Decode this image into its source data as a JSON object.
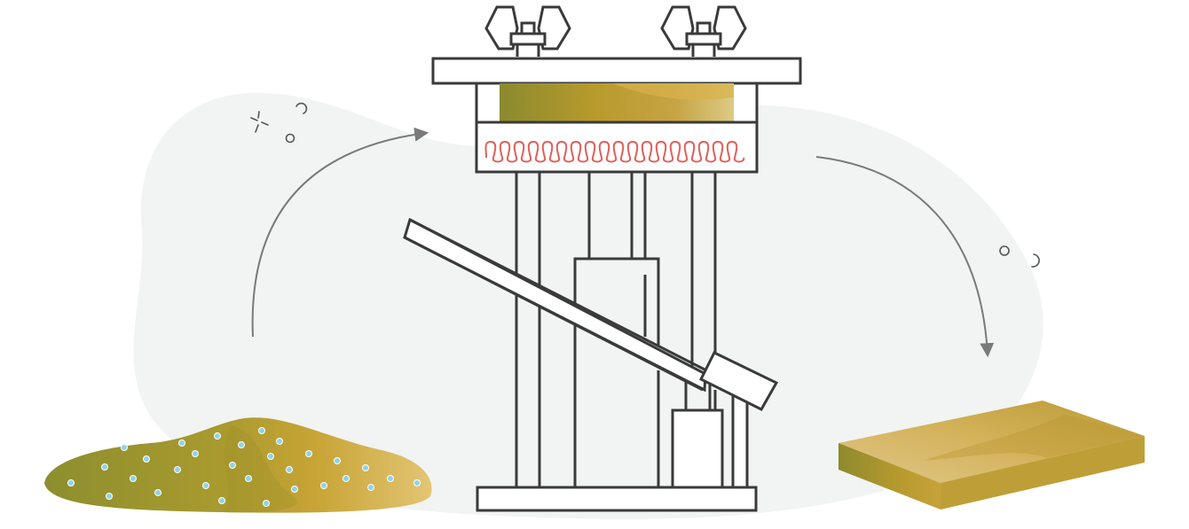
{
  "diagram": {
    "stages": [
      {
        "id": "raw-material",
        "label": ""
      },
      {
        "id": "heat-press",
        "label": ""
      },
      {
        "id": "pressed-board",
        "label": ""
      }
    ]
  },
  "colors": {
    "line": "#3a3a3a",
    "arrow": "#7a7a7a",
    "background_blob": "#f1f4f3",
    "material_dark": "#8a8a2e",
    "material_mid": "#c4a32c",
    "material_light": "#e3c574",
    "heating_coil": "#e0605a",
    "resin_dots": "#8fd3e6",
    "decor": "#555555"
  }
}
